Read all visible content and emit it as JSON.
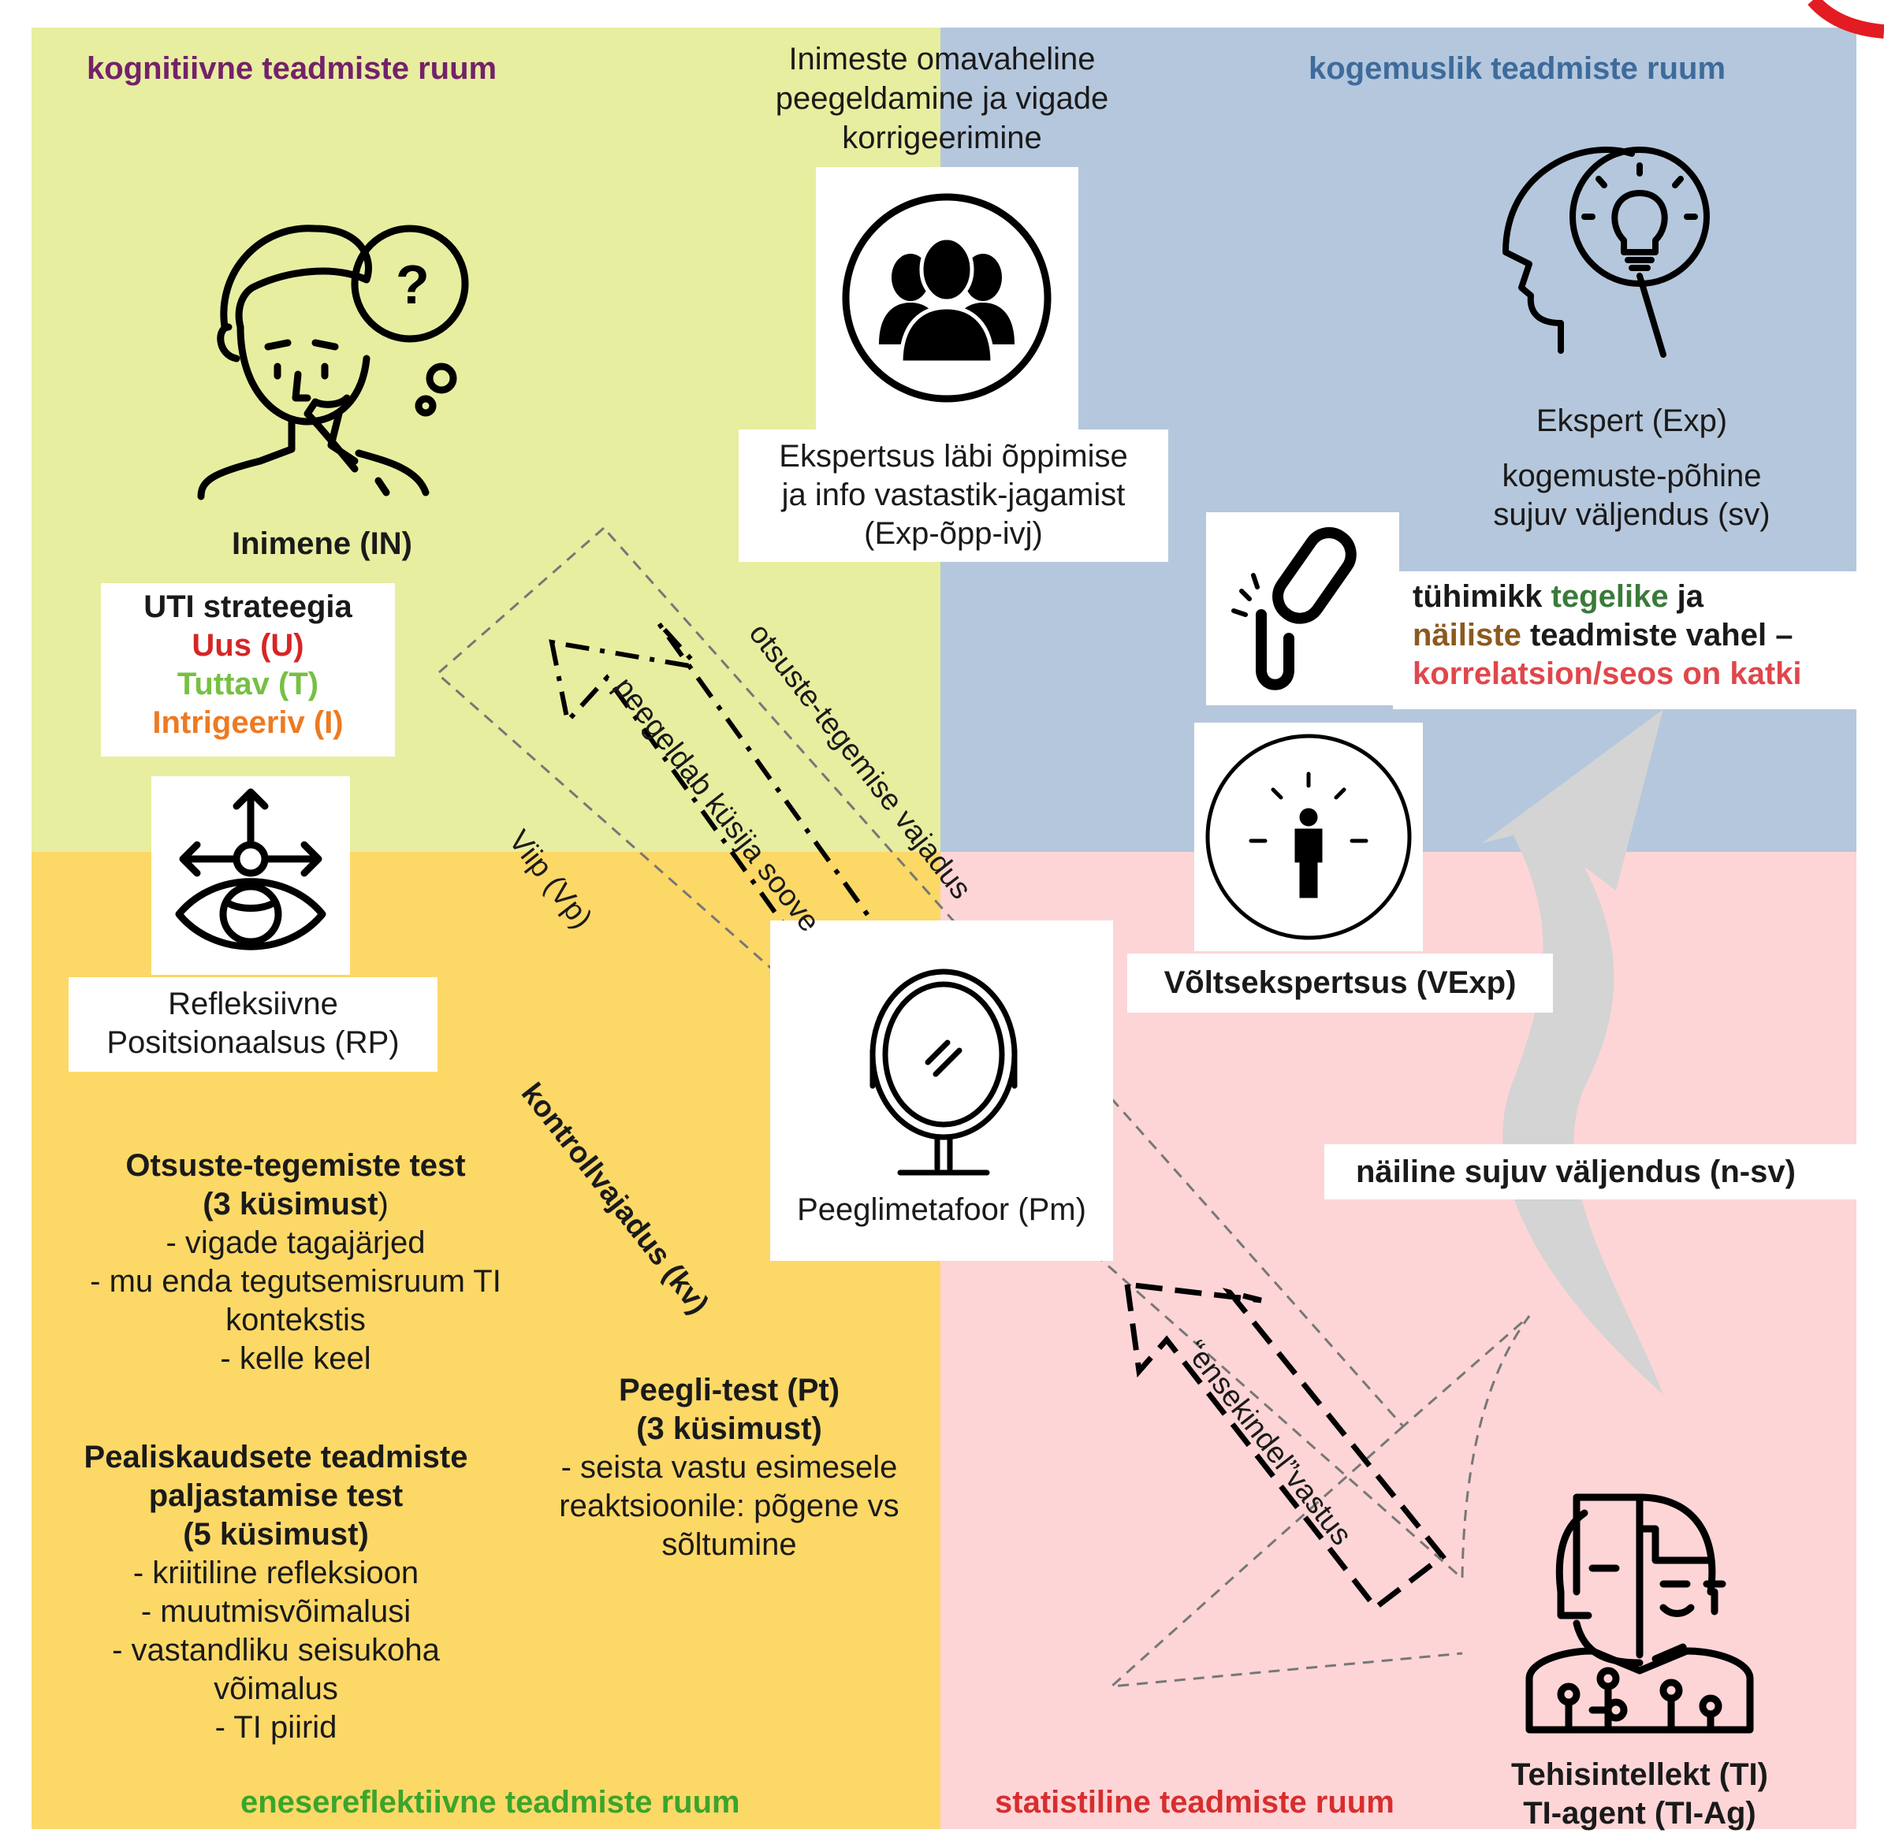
{
  "colors": {
    "green_quadrant": "#e7ee9f",
    "blue_quadrant": "#b5c7dc",
    "yellow_quadrant": "#fcd867",
    "pink_quadrant": "#fdd5d7",
    "purple_title": "#74216a",
    "blue_title": "#3d6b9c",
    "green_title": "#3aa52c",
    "red_title": "#d72e2e",
    "u_red": "#d52626",
    "t_green": "#77c043",
    "i_orange": "#ee7a22",
    "tegelike_green": "#3a7a3a",
    "nailiste_brown": "#8b5a1e",
    "correlation_red": "#e0474c",
    "gray_arrow": "#d4d4d4",
    "accent_red": "#e31b23"
  },
  "quadrants": {
    "top_left_title": "kognitiivne teadmiste ruum",
    "top_right_title": "kogemuslik teadmiste ruum",
    "bottom_left_title": "enesereflektiivne teadmiste ruum",
    "bottom_right_title": "statistiline teadmiste ruum"
  },
  "top_center_caption": [
    "Inimeste omavaheline",
    "peegeldamine ja vigade",
    "korrigeerimine"
  ],
  "nodes": {
    "human": {
      "label": "Inimene (IN)",
      "icon": "thinking-person-icon"
    },
    "group": {
      "label_lines": [
        "Ekspertsus läbi õppimise",
        "ja info vastastik-jagamist",
        "(Exp-õpp-ivj)"
      ],
      "icon": "group-people-icon"
    },
    "expert": {
      "label": "Ekspert (Exp)",
      "sub_lines": [
        "kogemuste-põhine",
        "sujuv väljendus (sv)"
      ],
      "icon": "head-lightbulb-icon"
    },
    "fake_expert": {
      "label": "Võltsekspertsus (VExp)",
      "icon": "person-spotlight-icon"
    },
    "mirror": {
      "label": "Peeglimetafoor (Pm)",
      "icon": "mirror-icon"
    },
    "reflexive": {
      "label_lines": [
        "Refleksiivne",
        "Positsionaalsus (RP)"
      ],
      "icon": "eye-compass-icon"
    },
    "ai": {
      "label_lines": [
        "Tehisintellekt (TI)",
        "TI-agent (TI-Ag)"
      ],
      "icon": "ai-agent-icon"
    }
  },
  "uti": {
    "title": "UTI strateegia",
    "u": "Uus (U)",
    "t": "Tuttav (T)",
    "i": "Intrigeeriv (I)"
  },
  "gap": {
    "part1": "tühimikk ",
    "tegelike": "tegelike",
    "part2": " ja",
    "nailiste": "näiliste",
    "part3": " teadmiste vahel –",
    "line3": "korrelatsion/seos on katki",
    "icon": "broken-chain-icon"
  },
  "nsv": "näiline sujuv väljendus (n-sv)",
  "arrows": {
    "decision_need": "otsuste-tegemise vajadus",
    "reflects_wishes": "peegeldab küsija soove",
    "prompt": "Viip (Vp)",
    "control_need": "kontrollvajadus (kv)",
    "confident_answer": "“ensekindel”vastus"
  },
  "tests": {
    "decision": {
      "title": "Otsuste-tegemiste test",
      "count_bold": "(3 küsimust",
      "count_tail": ")",
      "items": [
        "- vigade tagajärjed",
        "- mu enda tegutsemisruum TI",
        "kontekstis",
        "- kelle keel"
      ]
    },
    "mirror": {
      "title": "Peegli-test (Pt)",
      "count": "(3 küsimust)",
      "items": [
        "- seista vastu esimesele",
        "reaktsioonile: põgene vs",
        "sõltumine"
      ]
    },
    "implicit": {
      "title_lines": [
        "Pealiskaudsete teadmiste",
        "paljastamise test",
        "(5 küsimust)"
      ],
      "items": [
        "- kriitiline refleksioon",
        "- muutmisvõimalusi",
        "- vastandliku seisukoha",
        "võimalus",
        "- TI piirid"
      ]
    }
  }
}
